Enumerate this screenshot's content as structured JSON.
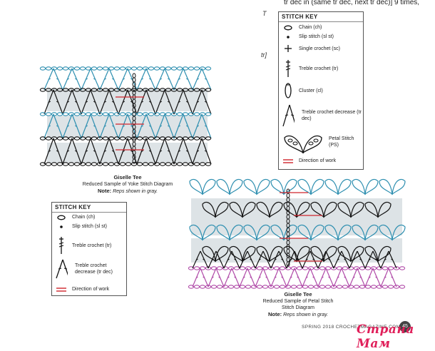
{
  "top_text": "tr dec in (same tr dec, next tr dec)] 9 times,",
  "side_marks": [
    "T",
    "tr]"
  ],
  "key_right": {
    "title": "STITCH KEY",
    "items": [
      {
        "icon": "chain-oval-icon",
        "label": "Chain (ch)"
      },
      {
        "icon": "slip-stitch-dot-icon",
        "label": "Slip stitch (sl st)"
      },
      {
        "icon": "single-crochet-cross-icon",
        "label": "Single crochet (sc)"
      },
      {
        "icon": "treble-crochet-icon",
        "label": "Treble crochet (tr)"
      },
      {
        "icon": "cluster-icon",
        "label": "Cluster (cl)"
      },
      {
        "icon": "treble-decrease-icon",
        "label": "Treble crochet decrease (tr dec)"
      },
      {
        "icon": "petal-stitch-icon",
        "label": "Petal Stitch (PS)"
      },
      {
        "icon": "direction-arrows-icon",
        "label": "Direction of work"
      }
    ]
  },
  "key_left": {
    "title": "STITCH KEY",
    "items": [
      {
        "icon": "chain-oval-icon",
        "label": "Chain (ch)"
      },
      {
        "icon": "slip-stitch-dot-icon",
        "label": "Slip stitch (sl st)"
      },
      {
        "icon": "treble-crochet-icon",
        "label": "Treble crochet (tr)"
      },
      {
        "icon": "treble-decrease-icon",
        "label": "Treble crochet decrease (tr dec)"
      },
      {
        "icon": "direction-arrows-icon",
        "label": "Direction of work"
      }
    ]
  },
  "caption_yoke": {
    "title": "Giselle Tee",
    "line1": "Reduced Sample of Yoke Stitch Diagram",
    "note_label": "Note:",
    "note_text": "Reps shown in gray."
  },
  "caption_petal": {
    "title": "Giselle Tee",
    "line1": "Reduced Sample of Petal Stitch",
    "line2": "Stitch Diagram",
    "note_label": "Note:",
    "note_text": "Reps shown in gray."
  },
  "footer": "SPRING 2018 CROCHETMAGAZINE.COM",
  "page_number": "45",
  "watermark": "Страна Мам",
  "colors": {
    "blue": "#2e8fb0",
    "black": "#111111",
    "magenta": "#b04aa8",
    "red": "#d0242c",
    "gray": "#dde3e6"
  }
}
